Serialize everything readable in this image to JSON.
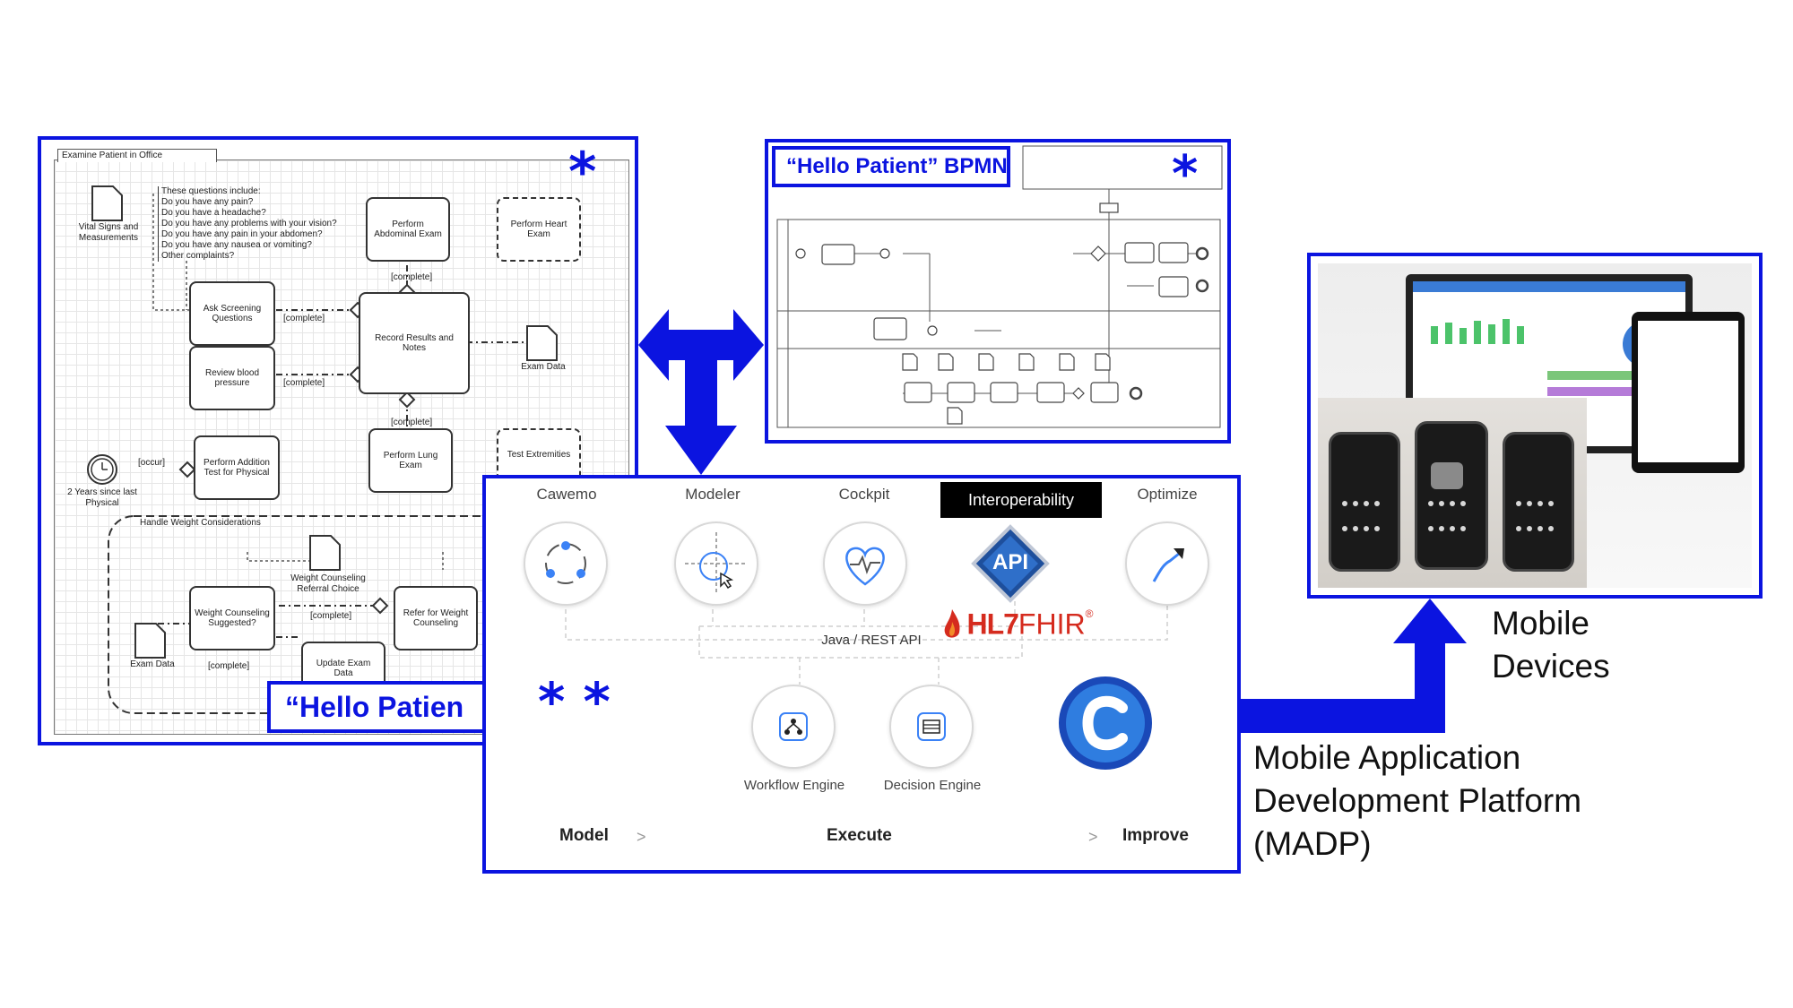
{
  "left_panel": {
    "lane_title": "Examine Patient in Office",
    "star": "*",
    "questions_note": "These questions include:\nDo you have any pain?\nDo you have a headache?\nDo you have any problems with your vision?\nDo you have any pain in your abdomen?\nDo you have any nausea or vomiting?\nOther complaints?",
    "doc_vitals": "Vital Signs and Measurements",
    "task_ask": "Ask Screening Questions",
    "task_review": "Review blood pressure",
    "task_abdominal": "Perform Abdominal Exam",
    "task_heart": "Perform Heart Exam",
    "task_record": "Record Results and Notes",
    "doc_exam_data": "Exam Data",
    "task_addition": "Perform Addition Test for Physical",
    "task_lung": "Perform Lung Exam",
    "task_extremities": "Test Extremities",
    "timer_label": "2 Years since last Physical",
    "occur_label": "[occur]",
    "complete_label": "[complete]",
    "sub_title": "Handle Weight Considerations",
    "doc_weight_choice": "Weight Counseling Referral Choice",
    "task_weight_q": "Weight Counseling Suggested?",
    "task_refer": "Refer for Weight Counseling",
    "task_update": "Update Exam Data",
    "doc_exam_data2": "Exam Data",
    "hello_label": "“Hello Patien"
  },
  "top_panel": {
    "title": "“Hello Patient” BPMN",
    "star": "*"
  },
  "platform_panel": {
    "tools": [
      "Cawemo",
      "Modeler",
      "Cockpit",
      "Interoperability",
      "Optimize"
    ],
    "api_badge": "API",
    "hl7_a": "HL7",
    "hl7_b": "FHIR",
    "hl7_mark": "®",
    "java_api": "Java / REST API",
    "stars": "* *",
    "workflow_engine": "Workflow Engine",
    "decision_engine": "Decision Engine",
    "stage_model": "Model",
    "stage_execute": "Execute",
    "stage_improve": "Improve",
    "chevron": ">"
  },
  "captions": {
    "mobile_devices": "Mobile Devices",
    "madp": "Mobile Application Development Platform (MADP)"
  },
  "colors": {
    "accent_blue": "#0b14e0",
    "hl7_red": "#d52b1e"
  }
}
